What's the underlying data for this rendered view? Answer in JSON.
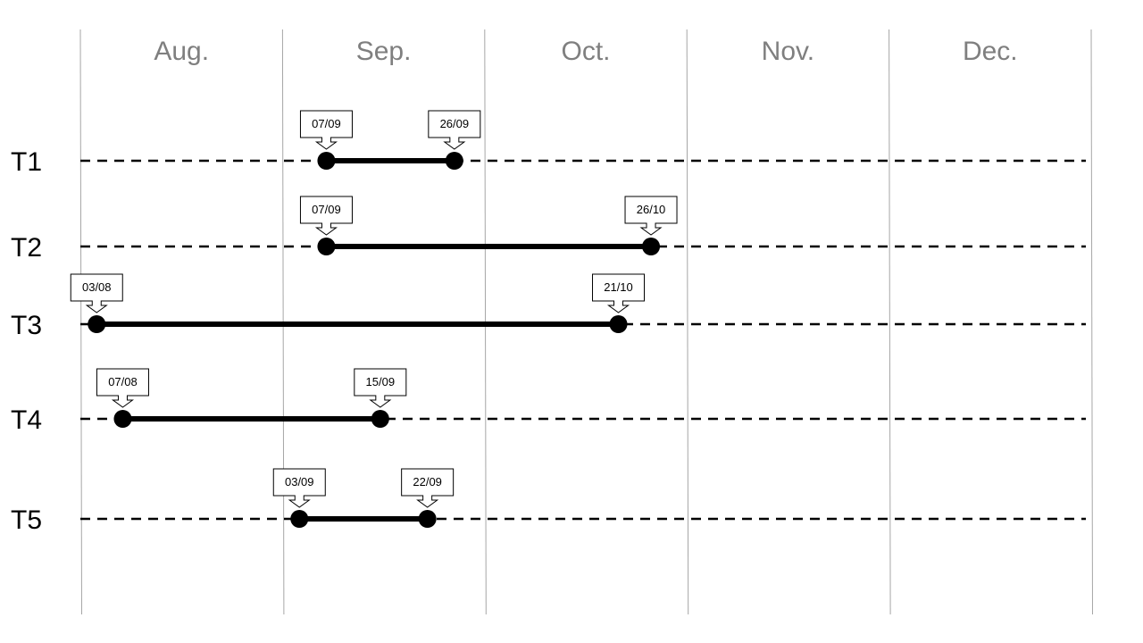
{
  "chart_data": {
    "type": "timeline",
    "months": [
      "Aug.",
      "Sep.",
      "Oct.",
      "Nov.",
      "Dec."
    ],
    "tasks": [
      {
        "name": "T1",
        "start": "07/09",
        "end": "26/09"
      },
      {
        "name": "T2",
        "start": "07/09",
        "end": "26/10"
      },
      {
        "name": "T3",
        "start": "03/08",
        "end": "21/10"
      },
      {
        "name": "T4",
        "start": "07/08",
        "end": "15/09"
      },
      {
        "name": "T5",
        "start": "03/09",
        "end": "22/09"
      }
    ],
    "grid": true,
    "colors": {
      "month_text": "#7f7f7f",
      "gridline": "#a6a6a6",
      "bar": "#000000"
    }
  }
}
